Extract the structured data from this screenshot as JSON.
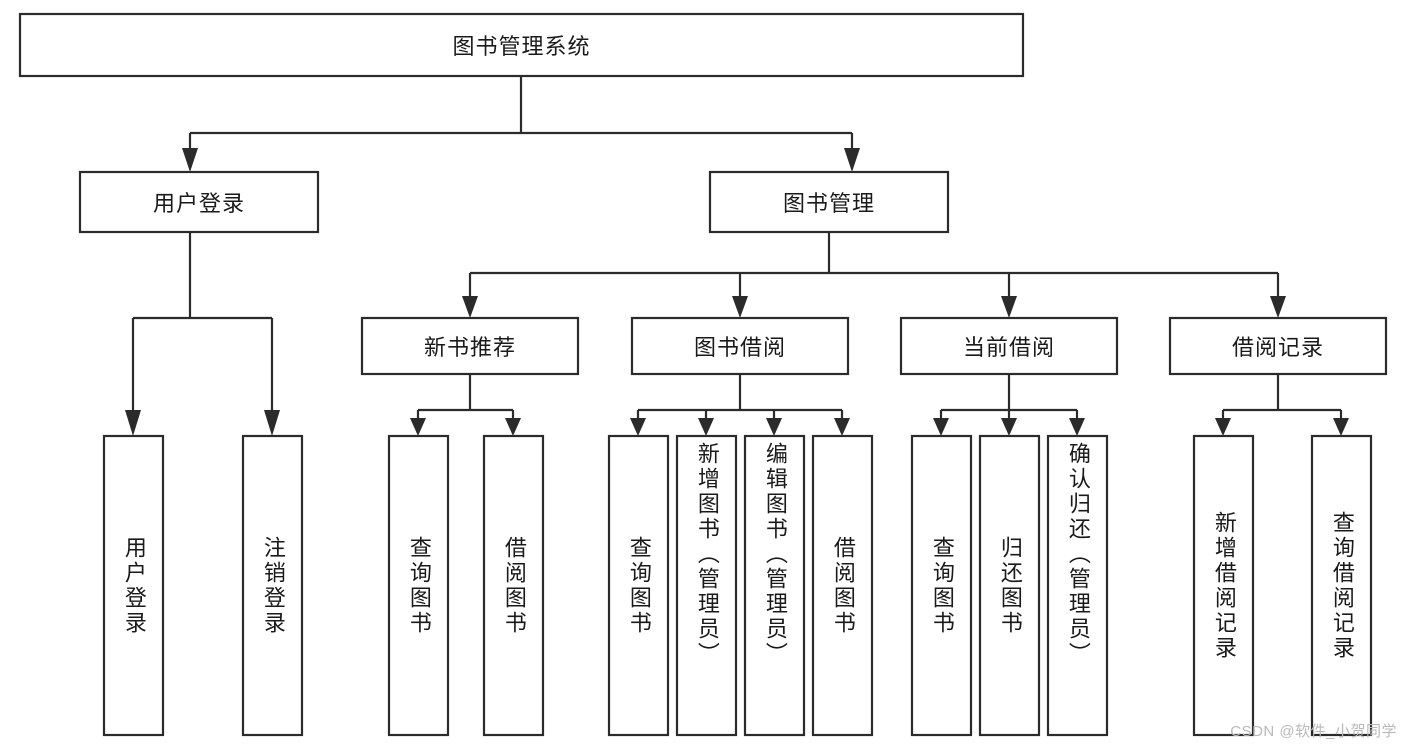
{
  "diagram": {
    "type": "tree-hierarchy",
    "title": "图书管理系统",
    "root": {
      "id": "root",
      "label": "图书管理系统",
      "orientation": "horizontal"
    },
    "level1": [
      {
        "id": "user-login",
        "label": "用户登录",
        "orientation": "horizontal"
      },
      {
        "id": "book-management",
        "label": "图书管理",
        "orientation": "horizontal"
      }
    ],
    "level2": [
      {
        "id": "new-book-recommend",
        "label": "新书推荐",
        "parent": "book-management",
        "orientation": "horizontal"
      },
      {
        "id": "book-borrow",
        "label": "图书借阅",
        "parent": "book-management",
        "orientation": "horizontal"
      },
      {
        "id": "current-borrow",
        "label": "当前借阅",
        "parent": "book-management",
        "orientation": "horizontal"
      },
      {
        "id": "borrow-record",
        "label": "借阅记录",
        "parent": "book-management",
        "orientation": "horizontal"
      }
    ],
    "leaves": [
      {
        "id": "leaf-user-login",
        "label": "用户登录",
        "parent": "user-login",
        "orientation": "vertical"
      },
      {
        "id": "leaf-logout",
        "label": "注销登录",
        "parent": "user-login",
        "orientation": "vertical"
      },
      {
        "id": "leaf-query-book-1",
        "label": "查询图书",
        "parent": "new-book-recommend",
        "orientation": "vertical"
      },
      {
        "id": "leaf-borrow-book-1",
        "label": "借阅图书",
        "parent": "new-book-recommend",
        "orientation": "vertical"
      },
      {
        "id": "leaf-query-book-2",
        "label": "查询图书",
        "parent": "book-borrow",
        "orientation": "vertical"
      },
      {
        "id": "leaf-add-book",
        "label": "新增图书（管理员）",
        "parent": "book-borrow",
        "orientation": "vertical"
      },
      {
        "id": "leaf-edit-book",
        "label": "编辑图书（管理员）",
        "parent": "book-borrow",
        "orientation": "vertical"
      },
      {
        "id": "leaf-borrow-book-2",
        "label": "借阅图书",
        "parent": "book-borrow",
        "orientation": "vertical"
      },
      {
        "id": "leaf-query-book-3",
        "label": "查询图书",
        "parent": "current-borrow",
        "orientation": "vertical"
      },
      {
        "id": "leaf-return-book",
        "label": "归还图书",
        "parent": "current-borrow",
        "orientation": "vertical"
      },
      {
        "id": "leaf-confirm-return",
        "label": "确认归还（管理员）",
        "parent": "current-borrow",
        "orientation": "vertical"
      },
      {
        "id": "leaf-add-record",
        "label": "新增借阅记录",
        "parent": "borrow-record",
        "orientation": "vertical"
      },
      {
        "id": "leaf-query-record",
        "label": "查询借阅记录",
        "parent": "borrow-record",
        "orientation": "vertical"
      }
    ],
    "colors": {
      "stroke": "#2b2b2b",
      "fill": "#ffffff",
      "text": "#1a1a1a",
      "watermark": "#b9b9b9"
    }
  },
  "watermark": {
    "text": "CSDN @软件_小贺同学"
  }
}
